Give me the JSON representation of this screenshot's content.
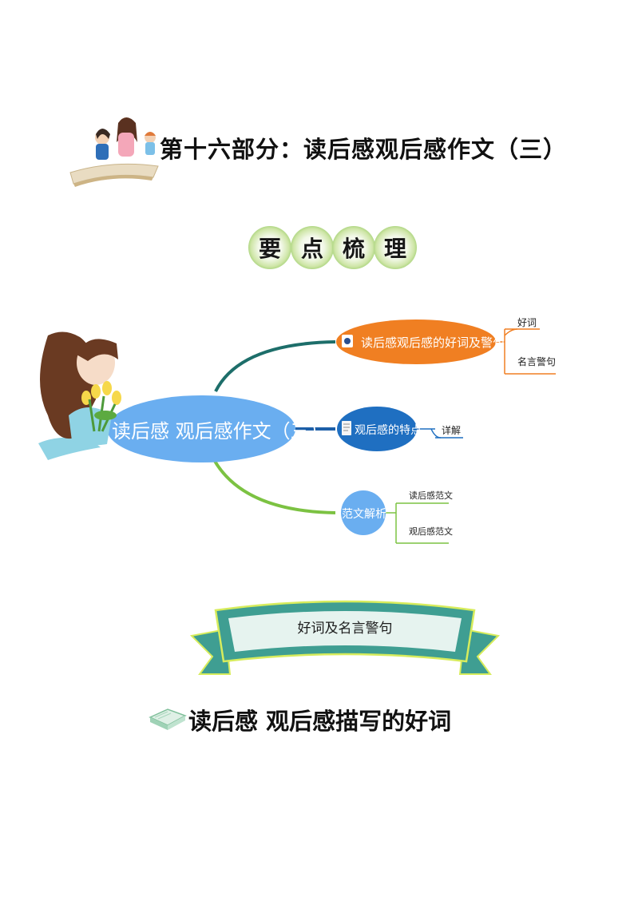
{
  "title": "第十六部分：读后感观后感作文（三）",
  "key_points": [
    "要",
    "点",
    "梳",
    "理"
  ],
  "mindmap": {
    "central": "读后感 观后感作文（三）",
    "branches": [
      {
        "label": "读后感观后感的好词及警句",
        "color": "#f07f22",
        "line_color": "#1d6e6a",
        "leaves": [
          "好词",
          "名言警句"
        ]
      },
      {
        "label": "观后感的特点",
        "color": "#1f6fc1",
        "line_color": "#1d5fa8",
        "leaves": [
          "详解"
        ]
      },
      {
        "label": "范文解析",
        "color": "#6aaef0",
        "line_color": "#7cc242",
        "leaves": [
          "读后感范文",
          "观后感范文"
        ]
      }
    ]
  },
  "ribbon": {
    "label": "好词及名言警句"
  },
  "subheading": "读后感  观后感描写的好词",
  "colors": {
    "central_fill": "#6aaef0",
    "leaf_line_orange": "#f07f22",
    "leaf_line_blue": "#1f6fc1",
    "leaf_line_green": "#7cc242",
    "ribbon_fill": "#3f9e92",
    "ribbon_edge": "#d7ec5c"
  }
}
